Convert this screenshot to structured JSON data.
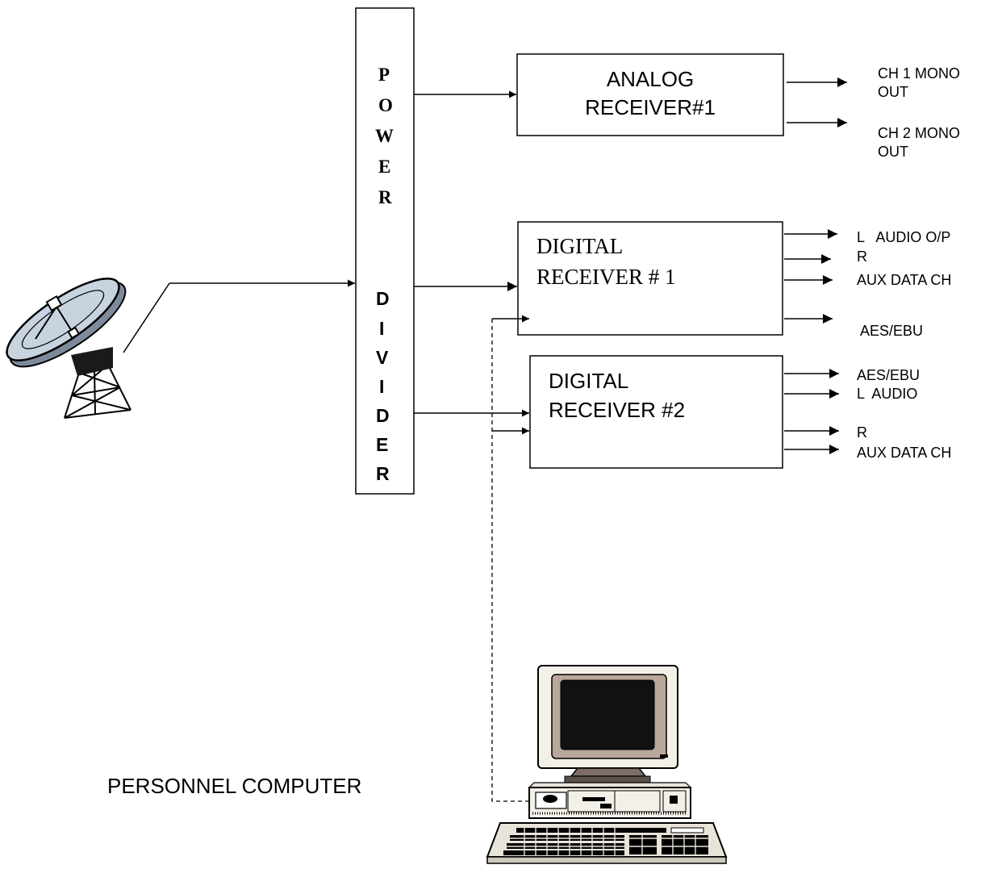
{
  "power_divider": {
    "top_letters": [
      "P",
      "O",
      "W",
      "E",
      "R"
    ],
    "bottom_letters": [
      "D",
      "I",
      "V",
      "I",
      "D",
      "E",
      "R"
    ]
  },
  "analog_receiver": {
    "line1": "ANALOG",
    "line2": "RECEIVER#1",
    "outputs": [
      {
        "line1": "CH 1 MONO",
        "line2": "OUT"
      },
      {
        "line1": "CH 2 MONO",
        "line2": "OUT"
      }
    ]
  },
  "digital_receiver_1": {
    "line1": "DIGITAL",
    "line2": "RECEIVER # 1",
    "outputs": [
      "L   AUDIO O/P",
      "R",
      "AUX DATA CH",
      "AES/EBU"
    ]
  },
  "digital_receiver_2": {
    "line1": "DIGITAL",
    "line2": "RECEIVER #2",
    "outputs": [
      "AES/EBU",
      "L  AUDIO",
      "R",
      "AUX DATA CH"
    ]
  },
  "computer": {
    "label": "PERSONNEL COMPUTER"
  },
  "colors": {
    "dish_fill": "#c8d3e0",
    "dish_shadow": "#7d8a9c",
    "monitor_case": "#f3f0e8",
    "monitor_bezel": "#b9a79a",
    "screen": "#111111"
  }
}
